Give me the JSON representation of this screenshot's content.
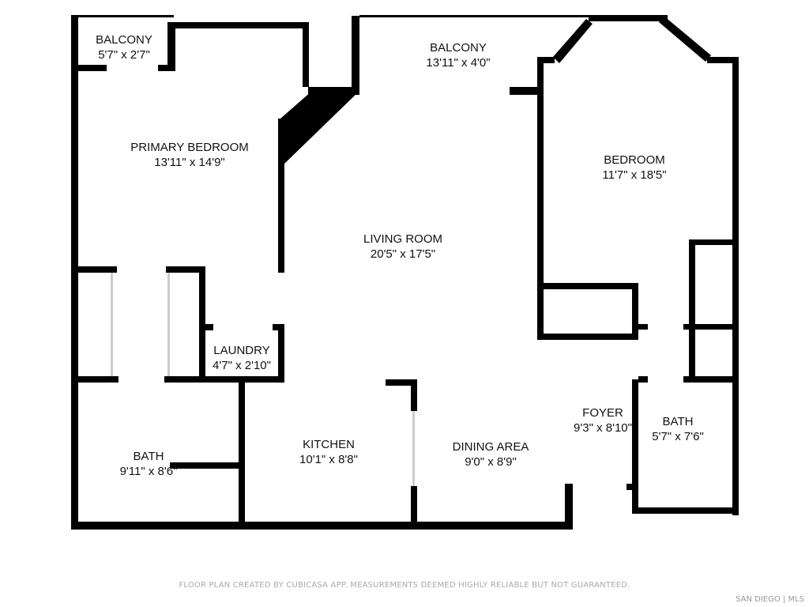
{
  "rooms": [
    {
      "name": "BALCONY",
      "size": "5'7\" x 2'7\""
    },
    {
      "name": "BALCONY",
      "size": "13'11\" x 4'0\""
    },
    {
      "name": "PRIMARY BEDROOM",
      "size": "13'11\" x 14'9\""
    },
    {
      "name": "BEDROOM",
      "size": "11'7\" x 18'5\""
    },
    {
      "name": "LIVING ROOM",
      "size": "20'5\" x 17'5\""
    },
    {
      "name": "LAUNDRY",
      "size": "4'7\" x 2'10\""
    },
    {
      "name": "BATH",
      "size": "9'11\" x 8'6\""
    },
    {
      "name": "KITCHEN",
      "size": "10'1\" x 8'8\""
    },
    {
      "name": "DINING AREA",
      "size": "9'0\" x 8'9\""
    },
    {
      "name": "FOYER",
      "size": "9'3\" x 8'10\""
    },
    {
      "name": "BATH",
      "size": "5'7\" x 7'6\""
    }
  ],
  "footer": "FLOOR PLAN CREATED BY CUBICASA APP. MEASUREMENTS DEEMED HIGHLY RELIABLE BUT NOT GUARANTEED.",
  "logo": "SAN DIEGO | MLS",
  "colors": {
    "wall": "#000000",
    "footer": "#aaaaaa"
  }
}
